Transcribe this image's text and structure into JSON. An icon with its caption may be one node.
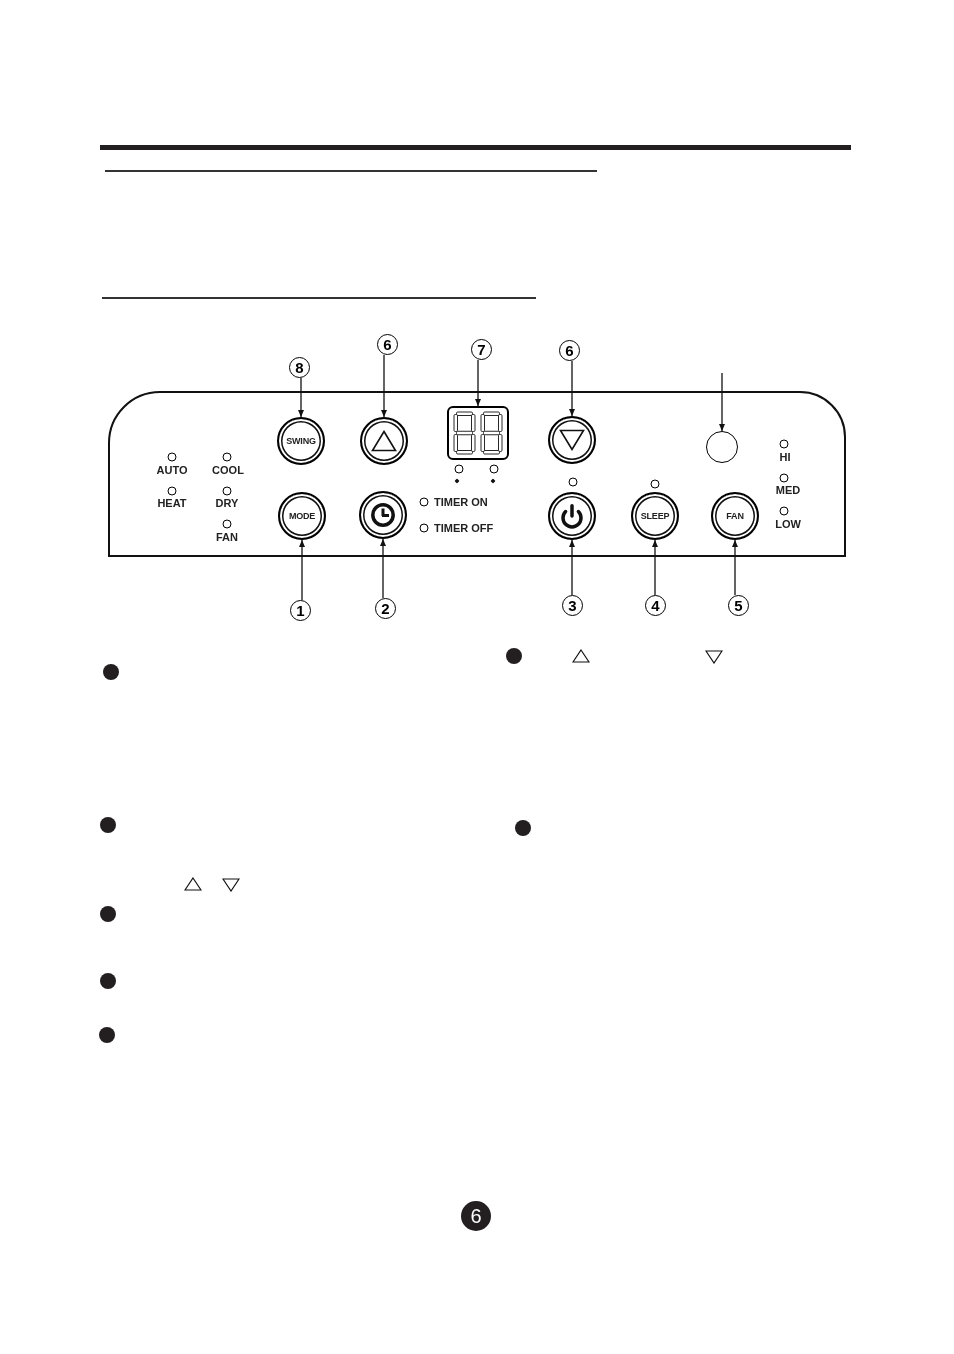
{
  "diagram": {
    "nodes": [
      {
        "text": [
          "8"
        ]
      },
      {
        "text": [
          "6"
        ]
      },
      {
        "text": [
          "7"
        ]
      },
      {
        "text": [
          "6"
        ]
      },
      {
        "text": [],
        "shape": "box"
      },
      {
        "text": [
          "SWING"
        ],
        "in": 4
      },
      {
        "text": [],
        "shape": "circle",
        "in": 4
      },
      {
        "text": [],
        "shape": "box",
        "in": 4
      },
      {
        "text": [],
        "shape": "circle",
        "in": 4
      },
      {
        "text": [],
        "shape": "circle",
        "in": 4
      },
      {
        "text": [
          "MODE"
        ],
        "in": 4
      },
      {
        "text": [],
        "shape": "circle",
        "in": 4
      },
      {
        "text": [],
        "shape": "circle",
        "in": 4
      },
      {
        "text": [
          "SLEEP"
        ],
        "in": 4
      },
      {
        "text": [
          "FAN"
        ],
        "in": 4
      },
      {
        "text": [
          "1"
        ]
      },
      {
        "text": [
          "2"
        ]
      },
      {
        "text": [
          "3"
        ]
      },
      {
        "text": [
          "4"
        ]
      },
      {
        "text": [
          "5"
        ]
      }
    ],
    "edges": [
      {
        "from": 0,
        "to": 5,
        "arrow": "to"
      },
      {
        "from": 1,
        "to": 6,
        "arrow": "to"
      },
      {
        "from": 2,
        "to": 7,
        "arrow": "to"
      },
      {
        "from": 3,
        "to": 8,
        "arrow": "to"
      },
      {
        "from": null,
        "to": 9,
        "arrow": "to"
      },
      {
        "from": 15,
        "to": 10,
        "arrow": "to"
      },
      {
        "from": 16,
        "to": 11,
        "arrow": "to"
      },
      {
        "from": 17,
        "to": 12,
        "arrow": "to"
      },
      {
        "from": 18,
        "to": 13,
        "arrow": "to"
      },
      {
        "from": 19,
        "to": 14,
        "arrow": "to"
      }
    ],
    "labels": [
      "AUTO",
      "COOL",
      "HEAT",
      "DRY",
      "FAN",
      "TIMER ON",
      "TIMER OFF",
      "HI",
      "MED",
      "LOW",
      "6"
    ]
  }
}
